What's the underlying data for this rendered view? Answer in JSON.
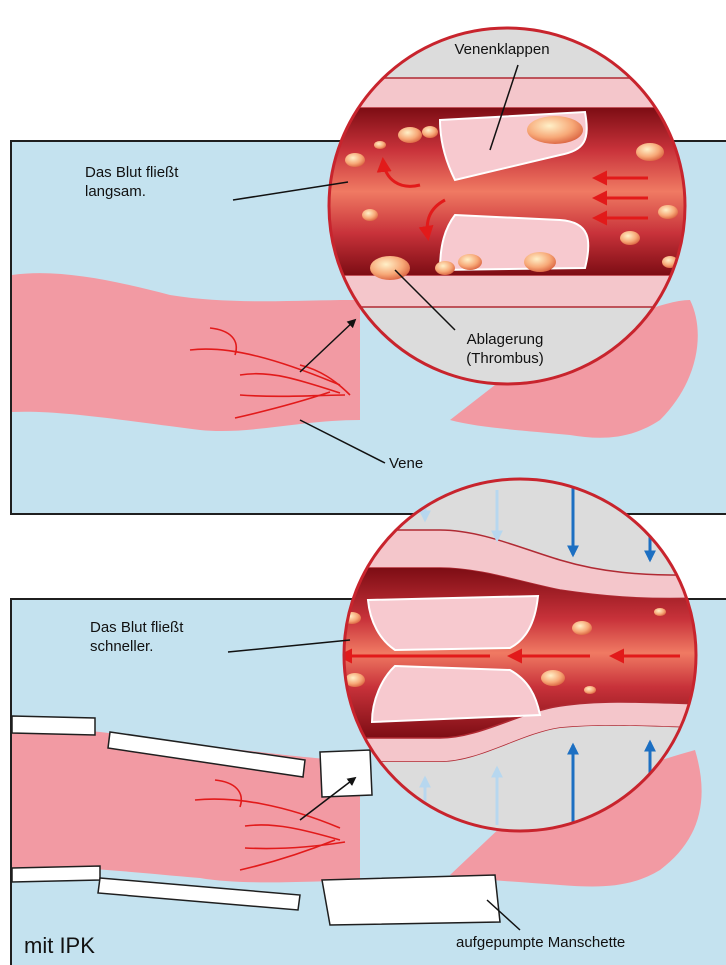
{
  "top_panel": {
    "label_valves": "Venenklappen",
    "label_slow_line1": "Das Blut fließt",
    "label_slow_line2": "langsam.",
    "label_deposit_line1": "Ablagerung",
    "label_deposit_line2": "(Thrombus)",
    "label_vein": "Vene"
  },
  "bottom_panel": {
    "label_fast_line1": "Das Blut fließt",
    "label_fast_line2": "schneller.",
    "label_cuff": "aufgepumpte Manschette",
    "label_caption": "mit IPK"
  },
  "colors": {
    "background_panel": "#c4e2ef",
    "skin": "#f29aa3",
    "vessel_dark": "#8e1218",
    "vessel_mid": "#c8323a",
    "vessel_light": "#e8725f",
    "valve": "#f7c9cf",
    "arrow_red": "#e21a1a",
    "arrow_blue": "#1c6fc2",
    "arrow_blue_light": "#b7d7ef",
    "cuff": "#ffffff",
    "circle_rim": "#c8242d"
  }
}
